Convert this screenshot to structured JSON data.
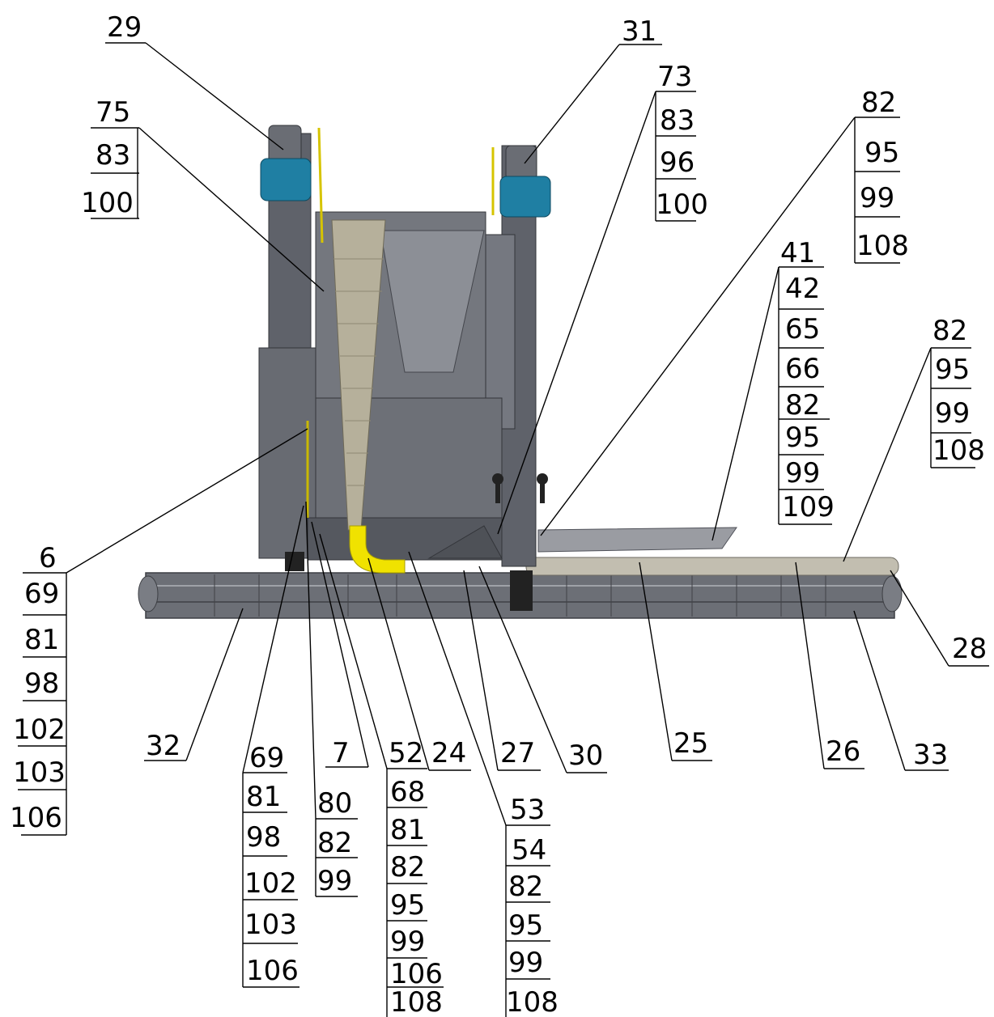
{
  "labels": {
    "l29": "29",
    "l31": "31",
    "l75": "75",
    "l75b": "83",
    "l75c": "100",
    "l73": "73",
    "l73b": "83",
    "l73c": "96",
    "l73d": "100",
    "l82a": "82",
    "l82a_b": "95",
    "l82a_c": "99",
    "l82a_d": "108",
    "l41": "41",
    "l41b": "42",
    "l41c": "65",
    "l41d": "66",
    "l41e": "82",
    "l41f": "95",
    "l41g": "99",
    "l41h": "109",
    "l82b": "82",
    "l82b_b": "95",
    "l82b_c": "99",
    "l82b_d": "108",
    "l6": "6",
    "l6b": "69",
    "l6c": "81",
    "l6d": "98",
    "l6e": "102",
    "l6f": "103",
    "l6g": "106",
    "l28": "28",
    "l32": "32",
    "l69": "69",
    "l69b": "81",
    "l69c": "98",
    "l69d": "102",
    "l69e": "103",
    "l69f": "106",
    "l7": "7",
    "l80": "80",
    "l80b": "82",
    "l80c": "99",
    "l52": "52",
    "l52b": "68",
    "l52c": "81",
    "l52d": "82",
    "l52e": "95",
    "l52f": "99",
    "l52g": "106",
    "l52h": "108",
    "l24": "24",
    "l27": "27",
    "l30": "30",
    "l53": "53",
    "l53b": "54",
    "l53c": "82",
    "l53d": "95",
    "l53e": "99",
    "l53f": "108",
    "l25": "25",
    "l26": "26",
    "l33": "33"
  },
  "colors": {
    "frame": "#5b5e66",
    "frame_light": "#8a8d94",
    "motor": "#1f7fa3",
    "belt": "#b8b29e",
    "chute": "#f2e500",
    "rail": "#6e7178",
    "pipe": "#c9c5b8"
  }
}
